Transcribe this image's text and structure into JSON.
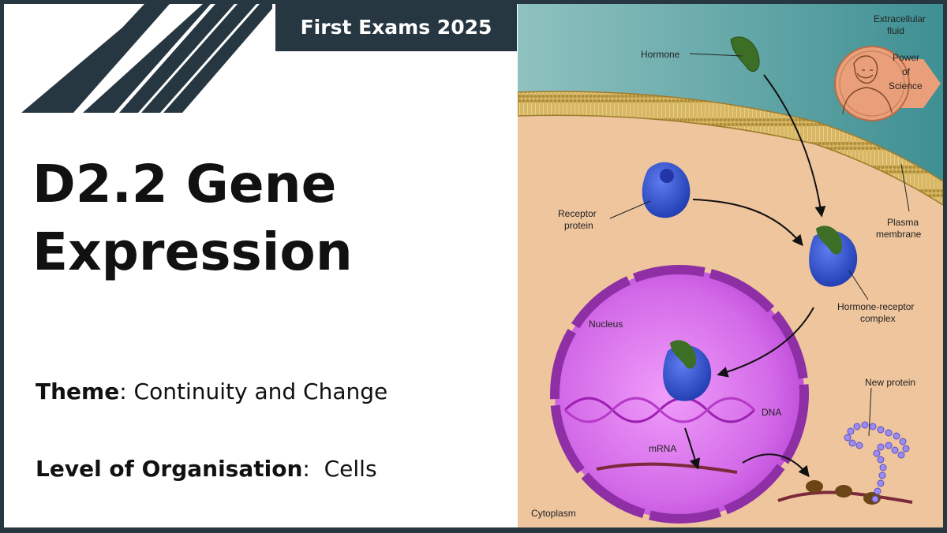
{
  "banner": "First Exams 2025",
  "title_line1": "D2.2 Gene",
  "title_line2": "Expression",
  "theme_label": "Theme",
  "theme_value": ": Continuity and Change",
  "level_label": "Level of Organisation",
  "level_value": ":  Cells",
  "figure": {
    "extracellular_1": "Extracellular",
    "extracellular_2": "fluid",
    "hormone": "Hormone",
    "receptor_1": "Receptor",
    "receptor_2": "protein",
    "plasma_1": "Plasma",
    "plasma_2": "membrane",
    "complex_1": "Hormone-receptor",
    "complex_2": "complex",
    "nucleus": "Nucleus",
    "dna": "DNA",
    "mrna": "mRNA",
    "new_protein": "New protein",
    "cytoplasm": "Cytoplasm"
  },
  "badge": {
    "line1": "Power",
    "line2": "of",
    "line3": "Science"
  },
  "colors": {
    "frame": "#273741",
    "fluid": "#4f9c9c",
    "cytoplasm": "#efc8a0",
    "membrane": "#c9a653",
    "nucleus": "#b946d6",
    "receptor": "#2d4fd0",
    "hormone": "#3d6e25",
    "badge": "#e9a07a"
  }
}
